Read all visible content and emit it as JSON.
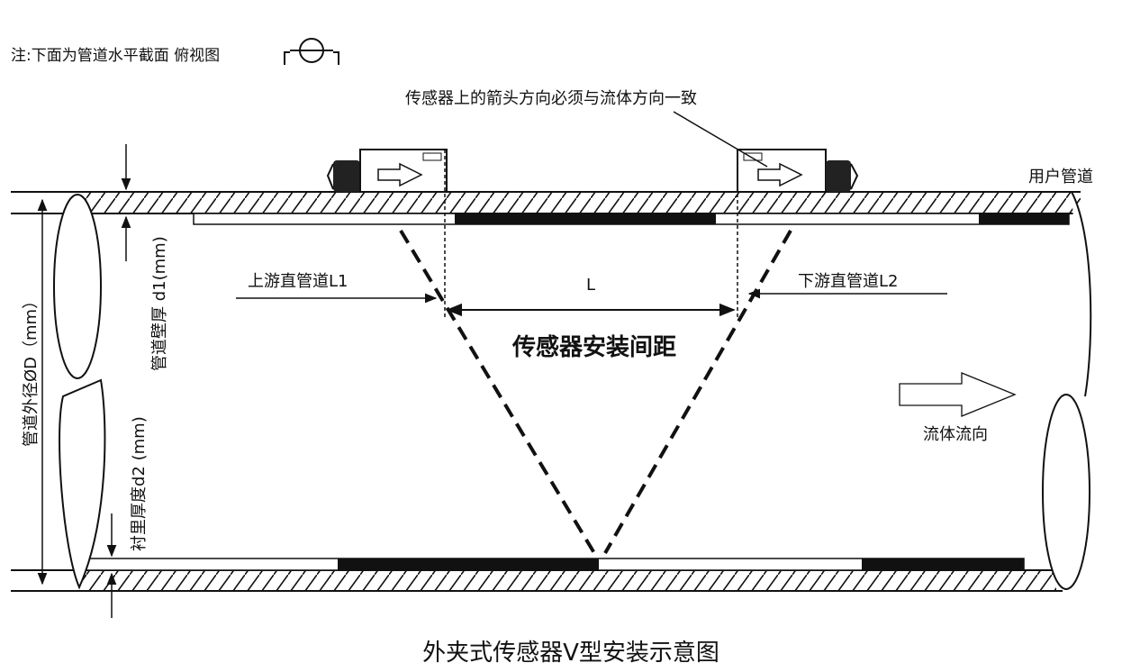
{
  "note": "注:下面为管道水平截面 俯视图",
  "arrow_note": "传感器上的箭头方向必须与流体方向一致",
  "pipe_label": "用户管道",
  "upstream_label": "上游直管道L1",
  "downstream_label": "下游直管道L2",
  "spacing_symbol": "L",
  "spacing_label": "传感器安装间距",
  "flow_label": "流体流向",
  "outer_diameter_label": "管道外径ØD（mm）",
  "wall_thickness_label": "管道壁厚 d1(mm)",
  "liner_thickness_label": "衬里厚度d2 (mm)",
  "caption": "外夹式传感器V型安装示意图",
  "colors": {
    "line": "#111111",
    "background": "#ffffff"
  }
}
